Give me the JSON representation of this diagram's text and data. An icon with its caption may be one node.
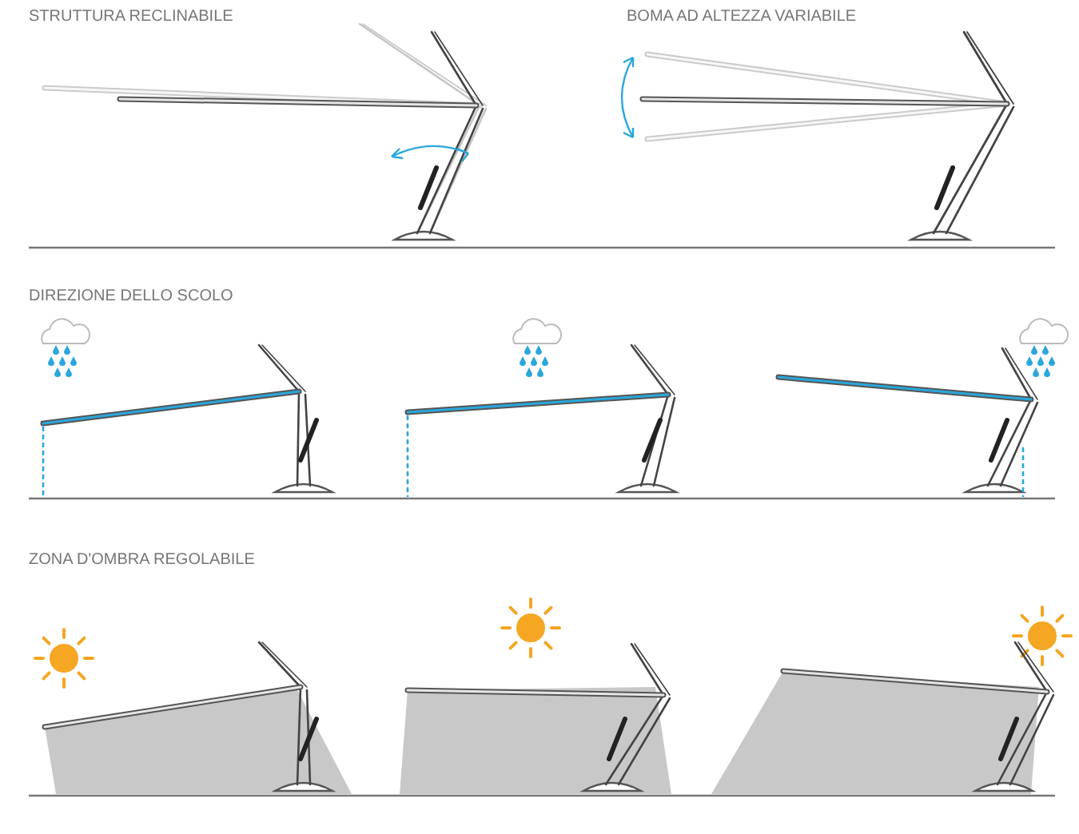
{
  "diagram": {
    "labels": [
      "STRUTTURA RECLINABILE",
      "BOMA AD ALTEZZA VARIABILE",
      "DIREZIONE DELLO SCOLO",
      "ZONA D'OMBRA REGOLABILE"
    ]
  }
}
